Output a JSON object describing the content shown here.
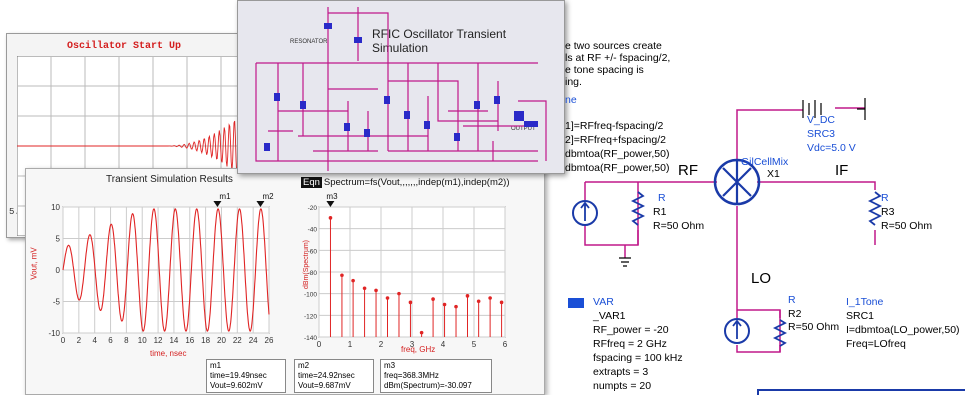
{
  "startup": {
    "title": "Oscillator Start Up",
    "left_label": "5."
  },
  "rfic": {
    "title": "RFIC Oscillator Transient Simulation",
    "resonator": "RESONATOR",
    "output": "OUTPUT"
  },
  "transient": {
    "title": "Transient Simulation Results",
    "ylabel": "Vout, mV",
    "xlabel": "time, nsec",
    "markers": [
      "m1",
      "m2"
    ],
    "m1_box": [
      "m1",
      "time=19.49nsec",
      "Vout=9.602mV"
    ],
    "m2_box": [
      "m2",
      "time=24.92nsec",
      "Vout=9.687mV"
    ]
  },
  "spectrum": {
    "eqn_tag": "Eqn",
    "eqn": "Spectrum=fs(Vout,,,,,,,indep(m1),indep(m2))",
    "marker": "m3",
    "ylabel": "dBm(Spectrum)",
    "xlabel": "freq, GHz",
    "m3_box": [
      "m3",
      "freq=368.3MHz",
      "dBm(Spectrum)=-30.097"
    ]
  },
  "schematic": {
    "note": [
      "e two sources create",
      "ls at RF +/- fspacing/2,",
      "e tone spacing is",
      "ing."
    ],
    "tone_label": "ne",
    "tone_lines": [
      "1]=RFfreq-fspacing/2",
      "2]=RFfreq+fspacing/2",
      "dbmtoa(RF_power,50)",
      "dbmtoa(RF_power,50)"
    ],
    "src3": [
      "V_DC",
      "SRC3",
      "Vdc=5.0 V"
    ],
    "mixer": [
      "GilCellMix",
      "X1"
    ],
    "rf": "RF",
    "if_label": "IF",
    "lo": "LO",
    "r1": [
      "R",
      "R1",
      "R=50 Ohm"
    ],
    "r3": [
      "R",
      "R3",
      "R=50 Ohm"
    ],
    "r2": [
      "R",
      "R2",
      "R=50 Ohm"
    ],
    "var_tag": "VAR",
    "var": [
      "VAR",
      "_VAR1",
      "RF_power = -20",
      "RFfreq = 2 GHz",
      "fspacing = 100 kHz",
      "extrapts = 3",
      "numpts = 20"
    ],
    "src1": [
      "I_1Tone",
      "SRC1",
      "I=dbmtoa(LO_power,50)",
      "Freq=LOfreq"
    ]
  },
  "chart_data": [
    {
      "type": "line",
      "title": "Transient Simulation Results",
      "xlabel": "time, nsec",
      "ylabel": "Vout, mV",
      "xlim": [
        0,
        26
      ],
      "ylim": [
        -10,
        10
      ],
      "x_ticks": [
        0,
        2,
        4,
        6,
        8,
        10,
        12,
        14,
        16,
        18,
        20,
        22,
        24,
        26
      ],
      "y_ticks": [
        -10,
        -5,
        0,
        5,
        10
      ],
      "series": [
        {
          "period": 2.7,
          "amplitude_start": 3.5,
          "amplitude_end": 9.7,
          "amplitude_settle_time": 10
        }
      ],
      "markers": [
        {
          "name": "m1",
          "x": 19.49,
          "y": 9.602
        },
        {
          "name": "m2",
          "x": 24.92,
          "y": 9.687
        }
      ]
    },
    {
      "type": "bar",
      "xlabel": "freq, GHz",
      "ylabel": "dBm(Spectrum)",
      "xlim": [
        0,
        6
      ],
      "ylim": [
        -140,
        -20
      ],
      "x_ticks": [
        0,
        1,
        2,
        3,
        4,
        5,
        6
      ],
      "y_ticks": [
        -20,
        -40,
        -60,
        -80,
        -100,
        -120,
        -140
      ],
      "x": [
        0.37,
        0.74,
        1.1,
        1.47,
        1.84,
        2.21,
        2.58,
        2.95,
        3.31,
        3.68,
        4.05,
        4.42,
        4.79,
        5.15,
        5.52,
        5.89
      ],
      "values": [
        -30,
        -83,
        -88,
        -95,
        -97,
        -104,
        -100,
        -108,
        -136,
        -105,
        -110,
        -112,
        -102,
        -107,
        -104,
        -108
      ],
      "markers": [
        {
          "name": "m3",
          "x": 0.368,
          "y": -30.097
        }
      ]
    }
  ]
}
